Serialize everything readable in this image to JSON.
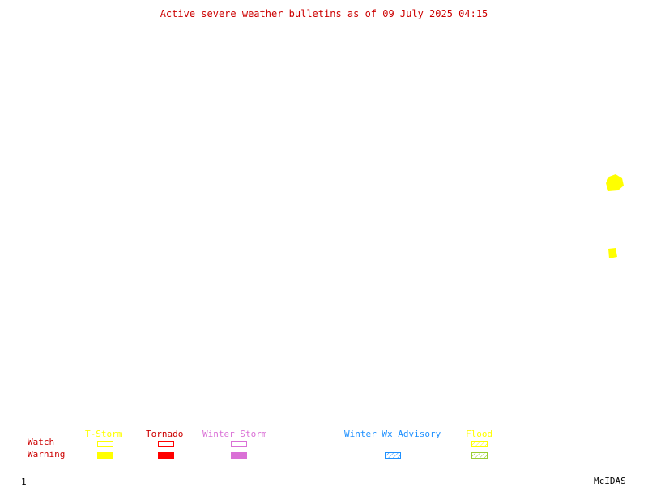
{
  "title": "Active severe weather bulletins as of 09 July 2025 04:15",
  "colors": {
    "title": "#cc0000",
    "tstorm": "#ffff00",
    "tornado": "#ff0000",
    "winter_storm": "#da70d6",
    "winter_wx_advisory": "#1e90ff",
    "flood": "#9acd32",
    "row_label": "#cc0000"
  },
  "legend": {
    "rows": {
      "watch": "Watch",
      "warning": "Warning"
    },
    "categories": {
      "tstorm": "T-Storm",
      "tornado": "Tornado",
      "winter_storm": "Winter Storm",
      "winter_wx_advisory": "Winter Wx Advisory",
      "flood": "Flood"
    }
  },
  "map": {
    "alerts": [
      {
        "type": "T-Storm Warning"
      },
      {
        "type": "T-Storm Warning"
      }
    ]
  },
  "footer": {
    "frame_number": "1",
    "credit": "McIDAS"
  }
}
